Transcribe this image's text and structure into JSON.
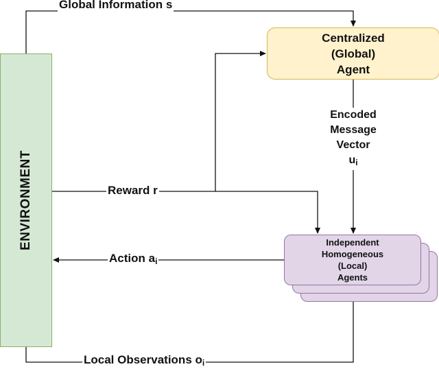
{
  "environment": {
    "label": "ENVIRONMENT"
  },
  "central_agent": {
    "lines": [
      "Centralized",
      "(Global)",
      "Agent"
    ]
  },
  "local_agents": {
    "lines": [
      "Independent",
      "Homogeneous",
      "(Local)",
      "Agents"
    ]
  },
  "edges": {
    "global_info": "Global Information s",
    "reward": "Reward r",
    "action": "Action a",
    "action_sub": "i",
    "local_obs": "Local Observations o",
    "local_obs_sub": "i",
    "message_lines": [
      "Encoded",
      "Message",
      "Vector",
      "u"
    ],
    "message_sub": "i"
  },
  "colors": {
    "env_fill": "#d5e8d4",
    "env_stroke": "#82b366",
    "central_fill": "#fff2cc",
    "central_stroke": "#d6b656",
    "local_fill": "#e1d5e7",
    "local_stroke": "#9673a6"
  }
}
